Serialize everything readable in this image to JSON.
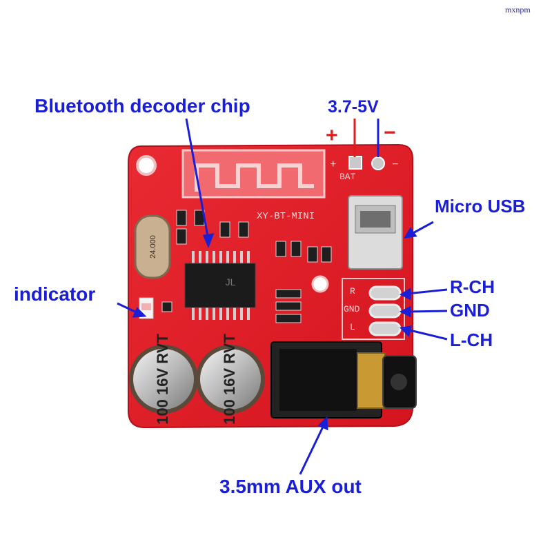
{
  "labels": {
    "chip": "Bluetooth decoder chip",
    "voltage": "3.7-5V",
    "plus": "+",
    "minus": "−",
    "usb": "Micro USB",
    "indicator": "indicator",
    "rch": "R-CH",
    "gnd": "GND",
    "lch": "L-CH",
    "aux": "3.5mm AUX out"
  },
  "board": {
    "silkscreen_model": "XY-BT-MINI",
    "silkscreen_bat": "BAT",
    "silkscreen_r": "R",
    "silkscreen_gnd": "GND",
    "silkscreen_l": "L",
    "crystal_marking": "24.000",
    "capacitor_marking": [
      "100",
      "16V",
      "RVT"
    ]
  },
  "watermark": "mxnpm",
  "colors": {
    "annotation": "#1a1fd6",
    "power_sign": "#e21a1a",
    "pcb": "#e0202a"
  }
}
